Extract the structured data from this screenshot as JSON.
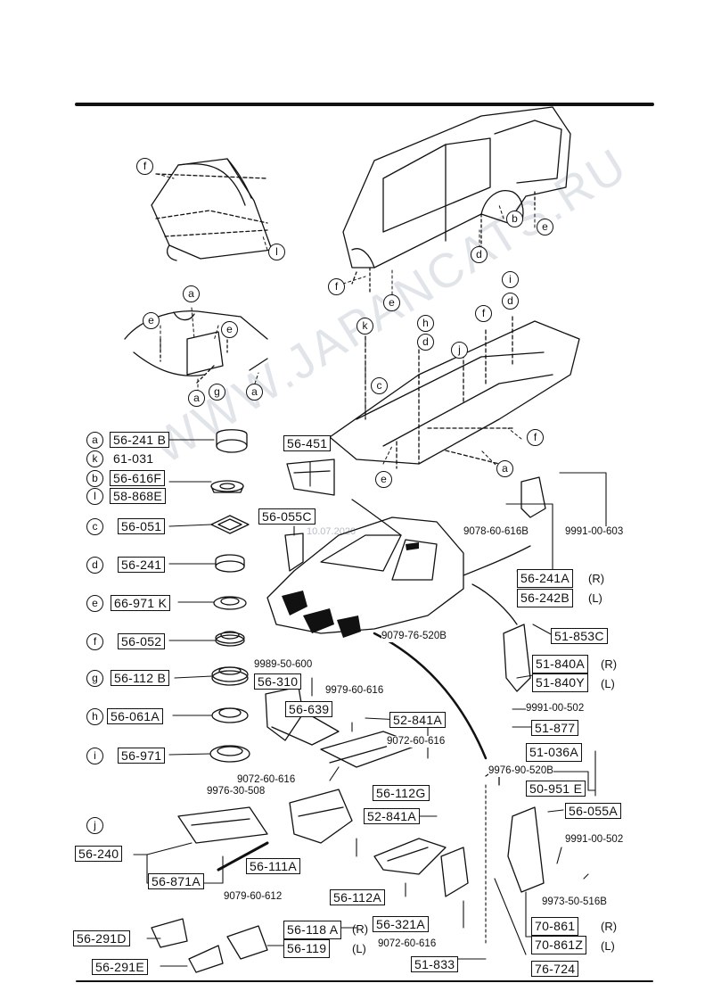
{
  "watermark": "WWW.JAPANCATS.RU",
  "date_stamp": "10.07.2026",
  "legend": [
    {
      "key": "a",
      "part": "56-241 B"
    },
    {
      "key": "k",
      "part": "61-031"
    },
    {
      "key": "b",
      "part": "56-616F"
    },
    {
      "key": "l",
      "part": "58-868E"
    },
    {
      "key": "c",
      "part": "56-051"
    },
    {
      "key": "d",
      "part": "56-241"
    },
    {
      "key": "e",
      "part": "66-971 K"
    },
    {
      "key": "f",
      "part": "56-052"
    },
    {
      "key": "g",
      "part": "56-112 B"
    },
    {
      "key": "h",
      "part": "56-061A"
    },
    {
      "key": "i",
      "part": "56-971"
    },
    {
      "key": "j",
      "part": ""
    }
  ],
  "parts": {
    "p56_240": "56-240",
    "p56_871a": "56-871A",
    "p56_451": "56-451",
    "p56_055c": "56-055C",
    "p56_310": "56-310",
    "p56_639": "56-639",
    "p52_841a_1": "52-841A",
    "p52_841a_2": "52-841A",
    "p56_112g": "56-112G",
    "p56_111a": "56-111A",
    "p56_112a": "56-112A",
    "p56_321a": "56-321A",
    "p56_291d": "56-291D",
    "p56_291e": "56-291E",
    "p56_118a": "56-118 A",
    "p56_119": "56-119",
    "p56_241a": "56-241A",
    "p56_242b": "56-242B",
    "p51_853c": "51-853C",
    "p51_840a": "51-840A",
    "p51_840y": "51-840Y",
    "p51_877": "51-877",
    "p51_036a": "51-036A",
    "p50_951e": "50-951 E",
    "p56_055a": "56-055A",
    "p70_861": "70-861",
    "p70_861z": "70-861Z",
    "p51_833": "51-833",
    "p76_724": "76-724"
  },
  "side_marks": {
    "r1": "(R)",
    "l1": "(L)",
    "r2": "(R)",
    "l2": "(L)",
    "r3": "(R)",
    "l3": "(L)",
    "r4": "(R)",
    "l4": "(L)"
  },
  "plain_labels": {
    "n9078": "9078-60-616B",
    "n9991_603": "9991-00-603",
    "n9079_76": "9079-76-520B",
    "n9989": "9989-50-600",
    "n9979": "9979-60-616",
    "n9072_a": "9072-60-616",
    "n9976_90": "9976-90-520B",
    "n9072_b": "9072-60-616",
    "n9976_30": "9976-30-508",
    "n9079_612": "9079-60-612",
    "n9991_502a": "9991-00-502",
    "n9991_502b": "9991-00-502",
    "n9973": "9973-50-516B",
    "n9072_c": "9072-60-616"
  },
  "diagram_callouts": {
    "c_f1": "f",
    "c_l1": "l",
    "c_b1": "b",
    "c_e1": "e",
    "c_d1": "d",
    "c_f2": "f",
    "c_e2": "e",
    "c_a1": "a",
    "c_e3": "e",
    "c_e4": "e",
    "c_a2": "a",
    "c_g1": "g",
    "c_a3": "a",
    "c_i1": "i",
    "c_d2": "d",
    "c_f3": "f",
    "c_k1": "k",
    "c_h1": "h",
    "c_d3": "d",
    "c_j1": "j",
    "c_c1": "c",
    "c_f4": "f",
    "c_a4": "a",
    "c_e5": "e"
  }
}
